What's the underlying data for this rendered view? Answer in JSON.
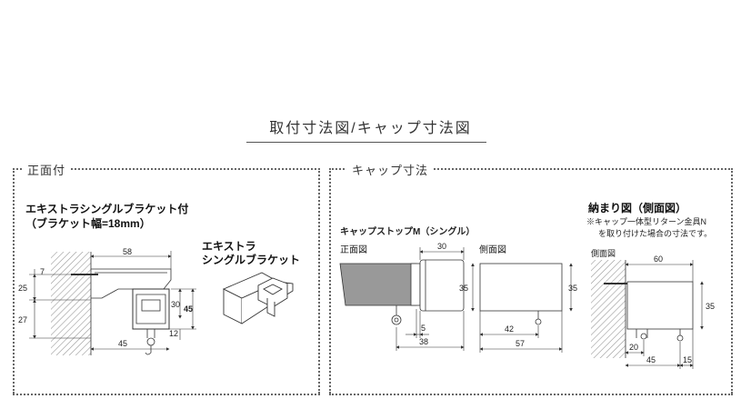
{
  "page_title": "取付寸法図/キャップ寸法図",
  "sections": {
    "front": {
      "label": "正面付"
    },
    "cap": {
      "label": "キャップ寸法"
    }
  },
  "front_panel": {
    "title_line1": "エキストラシングルブラケット付",
    "title_line2": "（ブラケット幅=18mm）",
    "bracket_label_line1": "エキストラ",
    "bracket_label_line2": "シングルブラケット",
    "dims": {
      "d58": "58",
      "d7": "7",
      "d25": "25",
      "d27": "27",
      "d30": "30",
      "d45v": "45",
      "d12": "12",
      "d45h": "45"
    }
  },
  "cap_panel": {
    "title": "キャップストップM（シングル）",
    "front_view_label": "正面図",
    "side_view_label": "側面図",
    "dims": {
      "d30": "30",
      "d35a": "35",
      "d5": "5",
      "d38": "38",
      "d35b": "35",
      "d42": "42",
      "d57": "57"
    }
  },
  "fit_panel": {
    "title": "納まり図（側面図）",
    "note_line1": "※キャップ一体型リターン金具N",
    "note_line2": "を取り付けた場合の寸法です。",
    "side_view_label": "側面図",
    "dims": {
      "d60": "60",
      "d35": "35",
      "d20": "20",
      "d45": "45",
      "d15": "15"
    }
  }
}
